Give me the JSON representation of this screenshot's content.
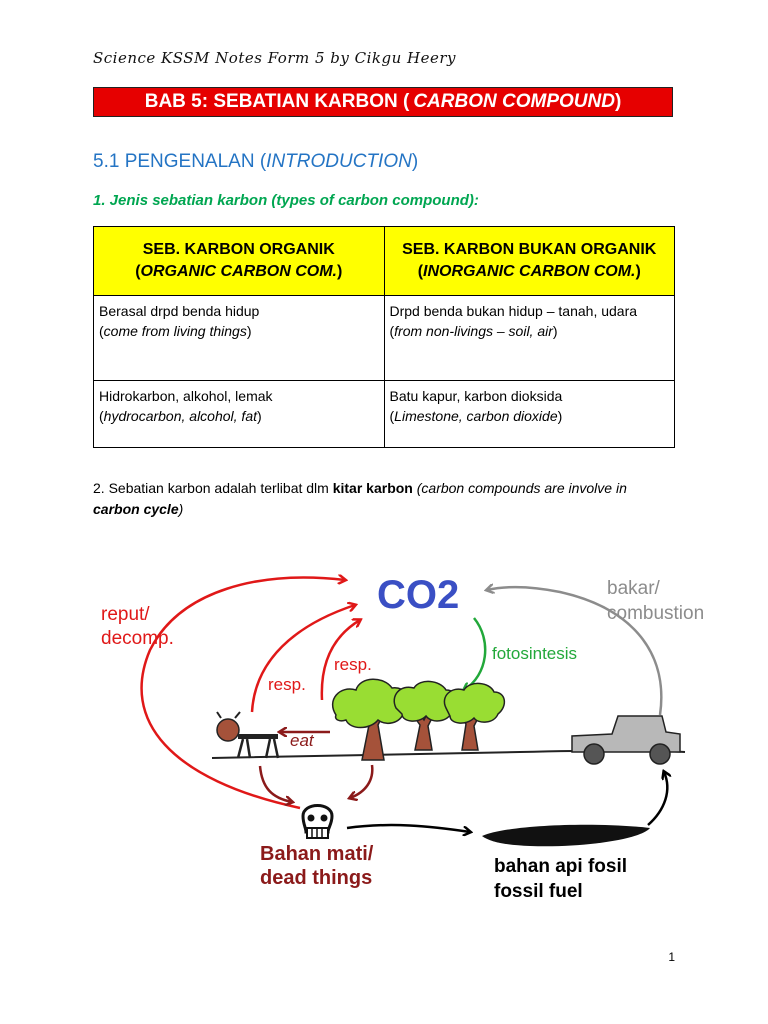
{
  "header_note": "Science KSSM Notes Form 5 by Cikgu Heery",
  "title": {
    "main": "BAB 5: SEBATIAN KARBON (",
    "italic": "CARBON COMPOUND",
    "close": ")"
  },
  "section": {
    "main": "5.1 PENGENALAN (",
    "italic": "INTRODUCTION",
    "close": ")"
  },
  "subheading": "1. Jenis sebatian karbon (types of carbon compound):",
  "table": {
    "headers": [
      {
        "line1": "SEB. KARBON ORGANIK",
        "line2_open": "(",
        "line2_italic": "ORGANIC CARBON COM.",
        "line2_close": ")"
      },
      {
        "line1": "SEB. KARBON BUKAN ORGANIK",
        "line2_open": "(",
        "line2_italic": "INORGANIC CARBON COM.",
        "line2_close": ")"
      }
    ],
    "rows": [
      [
        {
          "text": "Berasal drpd benda hidup",
          "open": "(",
          "italic": "come from living things",
          "close": ")"
        },
        {
          "text": "Drpd benda bukan hidup – tanah, udara",
          "open": "(",
          "italic": "from non-livings – soil, air",
          "close": ")"
        }
      ],
      [
        {
          "text": "Hidrokarbon, alkohol, lemak",
          "open": "(",
          "italic": "hydrocarbon, alcohol, fat",
          "close": ")"
        },
        {
          "text": "Batu kapur, karbon dioksida",
          "open": "(",
          "italic": "Limestone, carbon dioxide",
          "close": ")"
        }
      ]
    ]
  },
  "paragraph": {
    "p1": "2. Sebatian karbon adalah terlibat dlm ",
    "b1": "kitar karbon",
    "i1": " (carbon compounds are involve in ",
    "b2": "carbon cycle",
    "i2": ")"
  },
  "diagram": {
    "co2": "CO2",
    "reput_1": "reput/",
    "reput_2": "decomp.",
    "resp_1": "resp.",
    "resp_2": "resp.",
    "fotosintesis": "fotosintesis",
    "bakar_1": "bakar/",
    "bakar_2": "combustion",
    "eat": "eat",
    "bahan_mati_1": "Bahan mati/",
    "bahan_mati_2": "dead things",
    "fosil_1": "bahan api fosil",
    "fosil_2": "fossil fuel",
    "colors": {
      "co2": "#3a4fc4",
      "red": "#e01818",
      "green": "#22a83a",
      "gray": "#8c8c8c",
      "dark_red": "#8b1a1a",
      "tree_leaf": "#99dd33",
      "trunk": "#a5523a"
    }
  },
  "page_number": "1"
}
